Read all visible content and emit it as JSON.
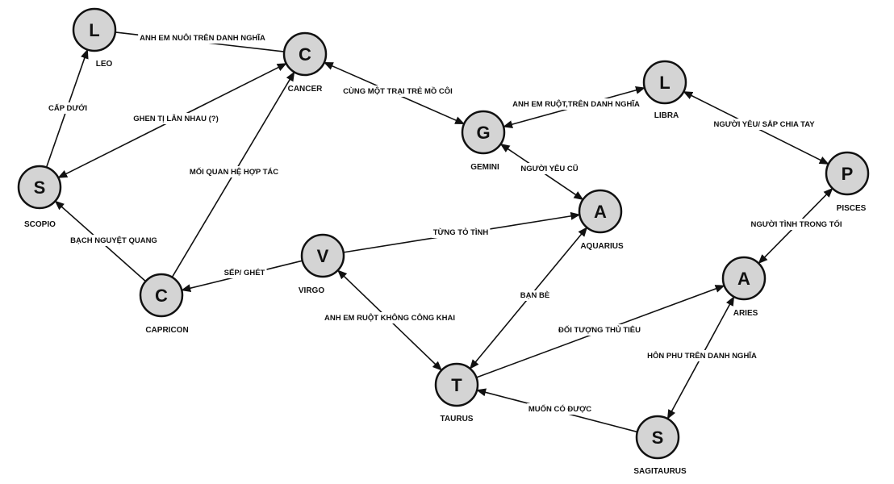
{
  "colors": {
    "node_fill": "#d4d4d4",
    "stroke": "#111111",
    "background": "#ffffff"
  },
  "nodes": [
    {
      "id": "leo",
      "letter": "L",
      "name": "LEO"
    },
    {
      "id": "cancer",
      "letter": "C",
      "name": "CANCER"
    },
    {
      "id": "scopio",
      "letter": "S",
      "name": "SCOPIO"
    },
    {
      "id": "capricon",
      "letter": "C",
      "name": "CAPRICON"
    },
    {
      "id": "virgo",
      "letter": "V",
      "name": "VIRGO"
    },
    {
      "id": "gemini",
      "letter": "G",
      "name": "GEMINI"
    },
    {
      "id": "libra",
      "letter": "L",
      "name": "LIBRA"
    },
    {
      "id": "pisces",
      "letter": "P",
      "name": "PISCES"
    },
    {
      "id": "aquarius",
      "letter": "A",
      "name": "AQUARIUS"
    },
    {
      "id": "aries",
      "letter": "A",
      "name": "ARIES"
    },
    {
      "id": "taurus",
      "letter": "T",
      "name": "TAURUS"
    },
    {
      "id": "sagitaurus",
      "letter": "S",
      "name": "SAGITAURUS"
    }
  ],
  "edges": [
    {
      "from": "leo",
      "to": "cancer",
      "label": "ANH EM NUÔI TRÊN DANH NGHĨA",
      "arrow": "none"
    },
    {
      "from": "scopio",
      "to": "leo",
      "label": "CẤP DƯỚI",
      "arrow": "end"
    },
    {
      "from": "scopio",
      "to": "cancer",
      "label": "GHEN TỊ LẪN NHAU (?)",
      "arrow": "both"
    },
    {
      "from": "capricon",
      "to": "cancer",
      "label": "MỐI QUAN HỆ HỢP TÁC",
      "arrow": "end"
    },
    {
      "from": "capricon",
      "to": "scopio",
      "label": "BẠCH NGUYỆT QUANG",
      "arrow": "end"
    },
    {
      "from": "virgo",
      "to": "capricon",
      "label": "SẾP/ GHÉT",
      "arrow": "end"
    },
    {
      "from": "cancer",
      "to": "gemini",
      "label": "CÙNG MỘT TRẠI TRẺ MỒ CÔI",
      "arrow": "both"
    },
    {
      "from": "gemini",
      "to": "libra",
      "label": "ANH EM RUỘT,TRÊN DANH NGHĨA",
      "arrow": "both"
    },
    {
      "from": "gemini",
      "to": "aquarius",
      "label": "NGƯỜI YÊU CŨ",
      "arrow": "both"
    },
    {
      "from": "libra",
      "to": "pisces",
      "label": "NGƯỜI YÊU/ SẮP CHIA TAY",
      "arrow": "both"
    },
    {
      "from": "virgo",
      "to": "aquarius",
      "label": "TỪNG TỎ TÌNH",
      "arrow": "end"
    },
    {
      "from": "virgo",
      "to": "taurus",
      "label": "ANH EM RUỘT KHÔNG CÔNG KHAI",
      "arrow": "both"
    },
    {
      "from": "aquarius",
      "to": "taurus",
      "label": "BẠN BÈ",
      "arrow": "both"
    },
    {
      "from": "aries",
      "to": "pisces",
      "label": "NGƯỜI TÌNH TRONG TỐI",
      "arrow": "both"
    },
    {
      "from": "taurus",
      "to": "aries",
      "label": "ĐỐI TƯỢNG THỦ TIÊU",
      "arrow": "end"
    },
    {
      "from": "sagitaurus",
      "to": "taurus",
      "label": "MUỐN CÓ ĐƯỢC",
      "arrow": "end"
    },
    {
      "from": "sagitaurus",
      "to": "aries",
      "label": "HÔN PHU TRÊN DANH NGHĨA",
      "arrow": "both"
    }
  ]
}
